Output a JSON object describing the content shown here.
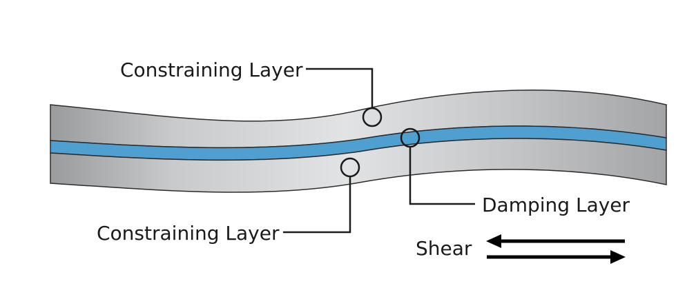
{
  "labels": {
    "constraining_top": "Constraining Layer",
    "constraining_bottom": "Constraining Layer",
    "damping": "Damping Layer",
    "shear": "Shear"
  },
  "colors": {
    "damping_layer": "#4f9fd1",
    "layer_edge": "#2b2b2b",
    "layer_light": "#e2e3e4",
    "layer_dark": "#9a9b9d",
    "leader": "#1a1a1a"
  },
  "icons": {
    "shear_arrows": "left-right-arrows-icon",
    "callout_marker": "circle-marker-icon"
  }
}
